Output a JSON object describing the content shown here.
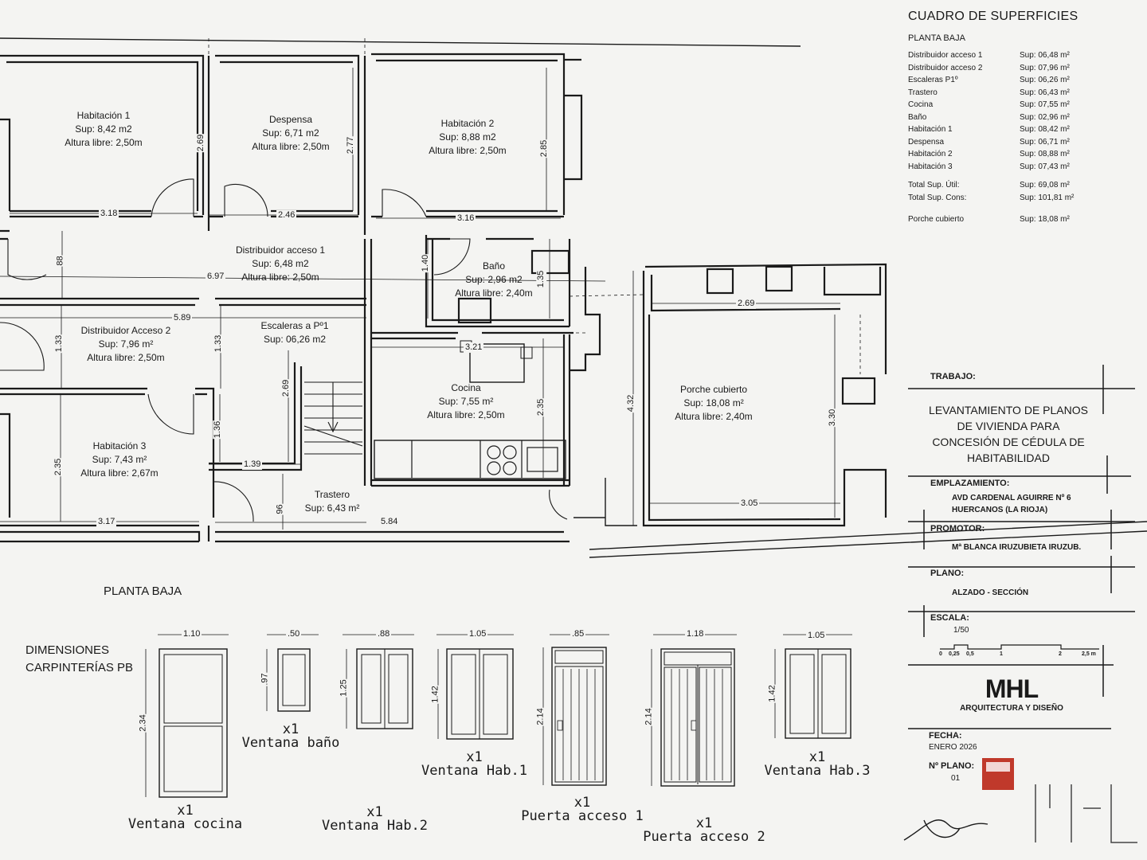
{
  "rooms": [
    {
      "name": "Habitación 1",
      "sup": "Sup: 8,42  m2",
      "alt": "Altura libre: 2,50m"
    },
    {
      "name": "Despensa",
      "sup": "Sup: 6,71  m2",
      "alt": "Altura libre: 2,50m"
    },
    {
      "name": "Habitación 2",
      "sup": "Sup: 8,88  m2",
      "alt": "Altura libre: 2,50m"
    },
    {
      "name": "Distribuidor acceso 1",
      "sup": "Sup: 6,48  m2",
      "alt": "Altura libre: 2,50m"
    },
    {
      "name": "Baño",
      "sup": "Sup: 2,96  m2",
      "alt": "Altura libre: 2,40m"
    },
    {
      "name": "Distribuidor Acceso 2",
      "sup": "Sup: 7,96  m²",
      "alt": "Altura libre: 2,50m"
    },
    {
      "name": "Escaleras a Pº1",
      "sup": "Sup: 06,26  m2",
      "alt": ""
    },
    {
      "name": "Cocina",
      "sup": "Sup: 7,55  m²",
      "alt": "Altura libre: 2,50m"
    },
    {
      "name": "Porche cubierto",
      "sup": "Sup: 18,08  m²",
      "alt": "Altura libre: 2,40m"
    },
    {
      "name": "Habitación 3",
      "sup": "Sup: 7,43  m²",
      "alt": "Altura libre: 2,67m"
    },
    {
      "name": "Trastero",
      "sup": "Sup: 6,43  m²",
      "alt": ""
    }
  ],
  "dimensions": {
    "h": [
      "3.18",
      "2.46",
      "3.16",
      "6.97",
      "5.89",
      "3.21",
      "2.69",
      "1.39",
      "5.84",
      "3.05",
      "3.17"
    ],
    "v": [
      "2.69",
      "2.77",
      "2.85",
      "88",
      "1.40",
      "1.35",
      "1.33",
      "1.33",
      "2.69",
      "1.36",
      "96",
      "2.35",
      "2.35",
      "4.32",
      "3.30"
    ]
  },
  "plan_title": "PLANTA BAJA",
  "areas_table": {
    "title": "CUADRO DE SUPERFICIES",
    "subtitle": "PLANTA BAJA",
    "rows": [
      {
        "k": "Distribuidor acceso 1",
        "v": "Sup: 06,48 m²"
      },
      {
        "k": "Distribuidor acceso 2",
        "v": "Sup: 07,96 m²"
      },
      {
        "k": "Escaleras P1º",
        "v": "Sup: 06,26 m²"
      },
      {
        "k": "Trastero",
        "v": "Sup: 06,43 m²"
      },
      {
        "k": "Cocina",
        "v": "Sup: 07,55 m²"
      },
      {
        "k": "Baño",
        "v": "Sup: 02,96 m²"
      },
      {
        "k": "Habitación 1",
        "v": "Sup: 08,42 m²"
      },
      {
        "k": "Despensa",
        "v": "Sup: 06,71 m²"
      },
      {
        "k": "Habitación 2",
        "v": "Sup: 08,88 m²"
      },
      {
        "k": "Habitación 3",
        "v": "Sup: 07,43 m²"
      }
    ],
    "totals": [
      {
        "k": "Total Sup. Útil:",
        "v": "Sup: 69,08 m²"
      },
      {
        "k": "Total Sup. Cons:",
        "v": "Sup: 101,81 m²"
      }
    ],
    "porch": {
      "k": "Porche cubierto",
      "v": "Sup: 18,08 m²"
    }
  },
  "title_block": {
    "trabajo_label": "TRABAJO:",
    "trabajo_lines": [
      "LEVANTAMIENTO DE PLANOS",
      "DE VIVIENDA PARA",
      "CONCESIÓN DE CÉDULA DE",
      "HABITABILIDAD"
    ],
    "emplazamiento_label": "EMPLAZAMIENTO:",
    "emplazamiento_lines": [
      "AVD CARDENAL AGUIRRE Nº 6",
      "HUERCANOS (LA RIOJA)"
    ],
    "promotor_label": "PROMOTOR:",
    "promotor": "Mª BLANCA IRUZUBIETA IRUZUB.",
    "plano_label": "PLANO:",
    "plano": "ALZADO - SECCIÓN",
    "escala_label": "ESCALA:",
    "escala": "1/50",
    "scale_ticks": [
      "0",
      "0,25",
      "0,5",
      "1",
      "2",
      "2,5 m"
    ],
    "firm_logo": "MHL",
    "firm_name": "ARQUITECTURA Y DISEÑO",
    "fecha_label": "FECHA:",
    "fecha": "ENERO 2026",
    "nplano_label": "Nº PLANO:",
    "nplano": "01"
  },
  "carpentry": {
    "title_lines": [
      "DIMENSIONES",
      "CARPINTERÍAS PB"
    ],
    "items": [
      {
        "label": "Ventana cocina",
        "count": "x1",
        "w": "1.10",
        "h": "2.34"
      },
      {
        "label": "Ventana baño",
        "count": "x1",
        "w": ".50",
        "h": ".97"
      },
      {
        "label": "Ventana Hab.2",
        "count": "x1",
        "w": ".88",
        "h": "1.25"
      },
      {
        "label": "Ventana Hab.1",
        "count": "x1",
        "w": "1.05",
        "h": "1.42"
      },
      {
        "label": "Puerta acceso 1",
        "count": "x1",
        "w": ".85",
        "h": "2.14"
      },
      {
        "label": "Puerta acceso 2",
        "count": "x1",
        "w": "1.18",
        "h": "2.14"
      },
      {
        "label": "Ventana Hab.3",
        "count": "x1",
        "w": "1.05",
        "h": "1.42"
      }
    ]
  },
  "colors": {
    "ink": "#1a1a1a",
    "paper": "#f4f4f2",
    "stamp": "#c0392b"
  }
}
